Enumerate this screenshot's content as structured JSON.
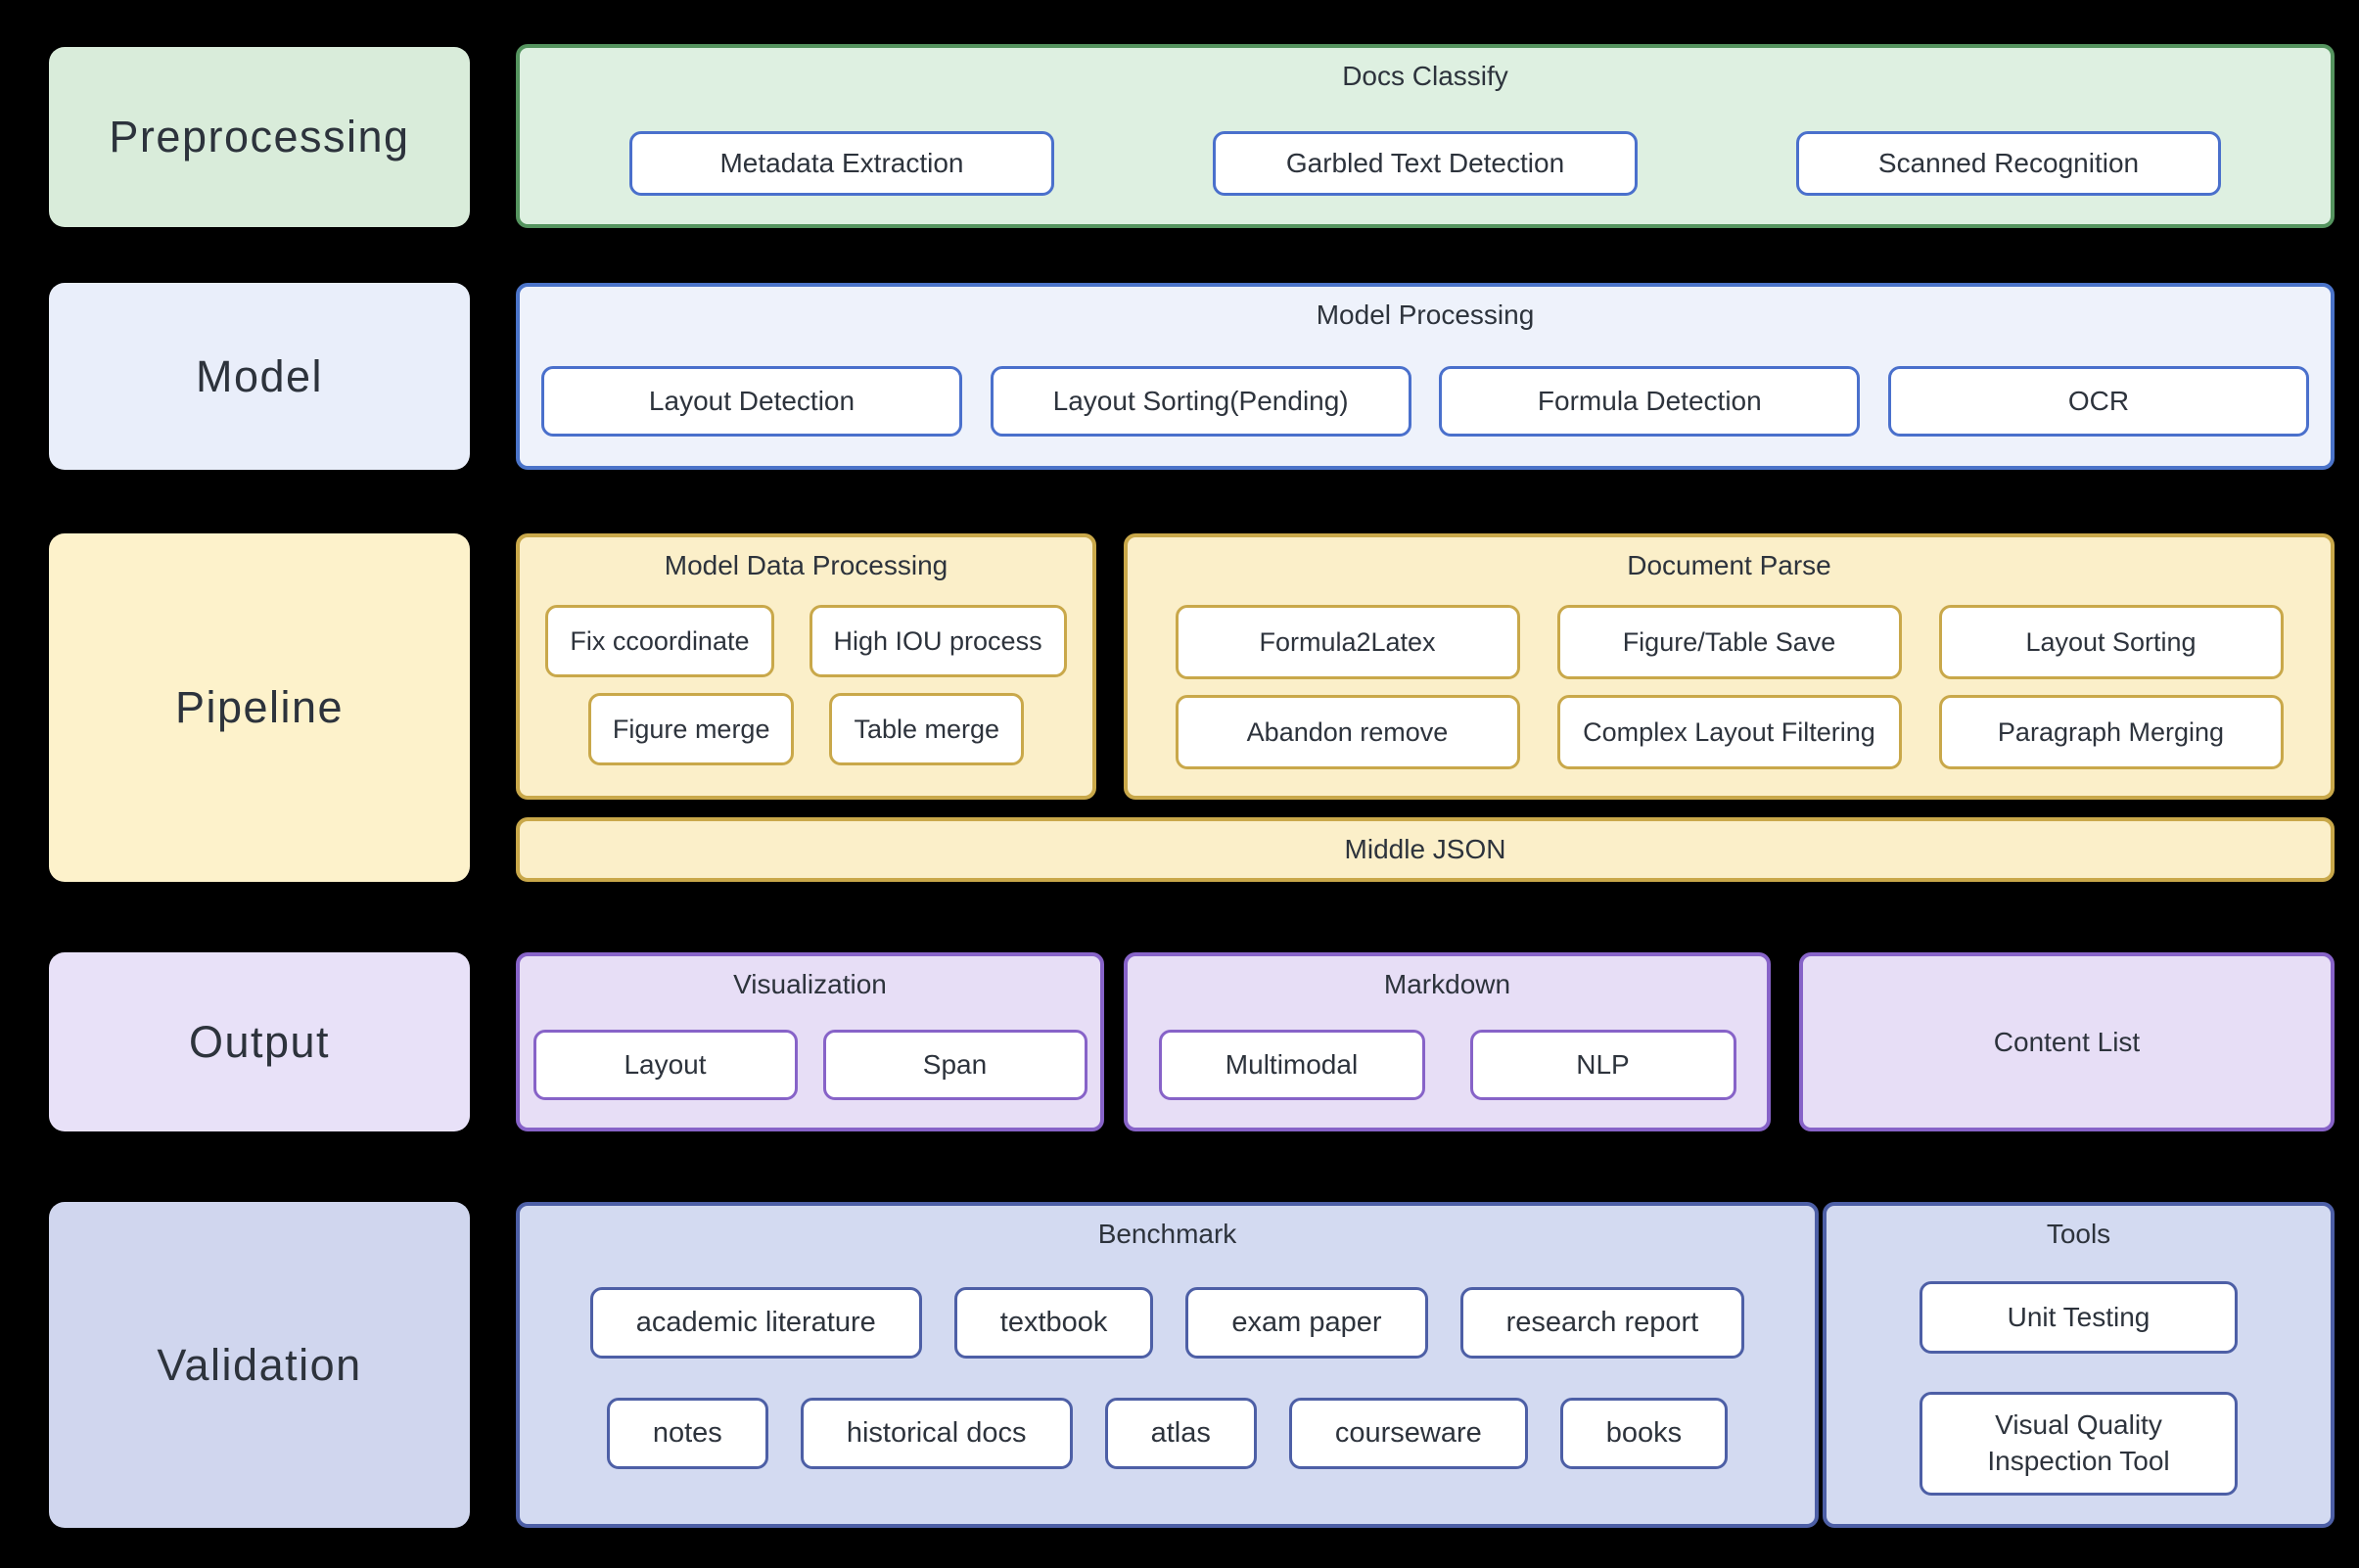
{
  "stages": {
    "preprocessing": "Preprocessing",
    "model": "Model",
    "pipeline": "Pipeline",
    "output": "Output",
    "validation": "Validation"
  },
  "docs_classify": {
    "title": "Docs Classify",
    "items": [
      "Metadata Extraction",
      "Garbled Text Detection",
      "Scanned Recognition"
    ]
  },
  "model_processing": {
    "title": "Model Processing",
    "items": [
      "Layout Detection",
      "Layout Sorting(Pending)",
      "Formula Detection",
      "OCR"
    ]
  },
  "model_data_processing": {
    "title": "Model Data Processing",
    "row1": [
      "Fix ccoordinate",
      "High IOU process"
    ],
    "row2": [
      "Figure merge",
      "Table merge"
    ]
  },
  "document_parse": {
    "title": "Document Parse",
    "row1": [
      "Formula2Latex",
      "Figure/Table Save",
      "Layout Sorting"
    ],
    "row2": [
      "Abandon remove",
      "Complex Layout Filtering",
      "Paragraph Merging"
    ]
  },
  "middle_json": {
    "label": "Middle JSON"
  },
  "visualization": {
    "title": "Visualization",
    "items": [
      "Layout",
      "Span"
    ]
  },
  "markdown": {
    "title": "Markdown",
    "items": [
      "Multimodal",
      "NLP"
    ]
  },
  "content_list": {
    "title": "Content List"
  },
  "benchmark": {
    "title": "Benchmark",
    "row1": [
      "academic literature",
      "textbook",
      "exam paper",
      "research report"
    ],
    "row2": [
      "notes",
      "historical docs",
      "atlas",
      "courseware",
      "books"
    ]
  },
  "tools": {
    "title": "Tools",
    "items": [
      "Unit Testing",
      "Visual Quality Inspection Tool"
    ]
  },
  "colors": {
    "background": "#000000",
    "text": "#2d333c",
    "green_fill": "#def0e1",
    "green_border": "#55945f",
    "blue_fill": "#eef2fb",
    "blue_border": "#4b74c9",
    "item_blue_border": "#4a70cc",
    "yellow_fill": "#fbefc9",
    "yellow_border": "#c9a84a",
    "purple_fill": "#e7def6",
    "purple_border": "#8763c8",
    "periwinkle_fill": "#d3daf1",
    "periwinkle_border": "#4d5fa6",
    "left_green": "#d9ecda",
    "left_blue": "#e9eefa",
    "left_yellow": "#fdf2cb",
    "left_purple": "#e8e1f8",
    "left_periwinkle": "#d0d6ee"
  }
}
